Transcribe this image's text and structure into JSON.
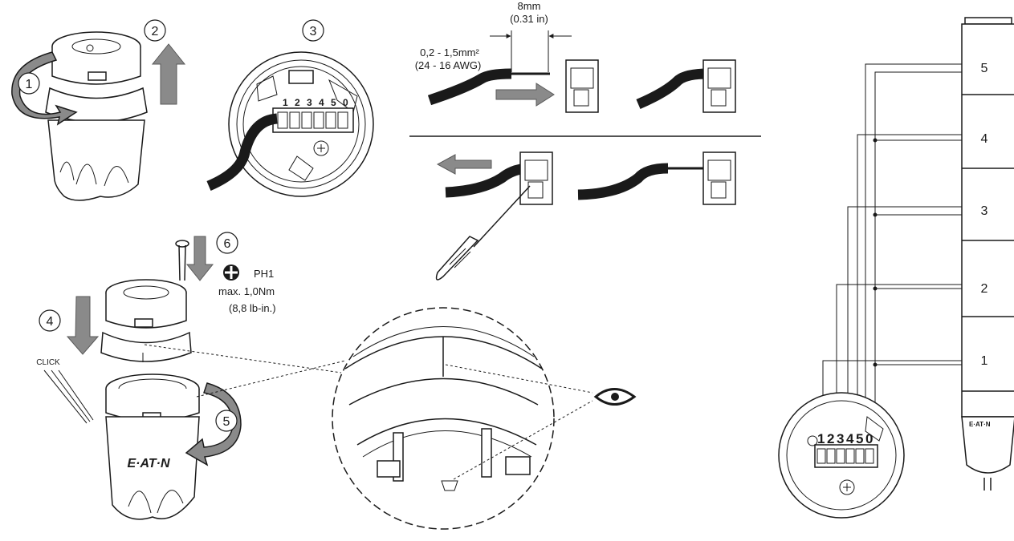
{
  "steps": {
    "s1": "1",
    "s2": "2",
    "s3": "3",
    "s4": "4",
    "s5": "5",
    "s6": "6"
  },
  "wiring": {
    "strip_length": "8mm",
    "strip_length_in": "(0.31 in)",
    "wire_gauge": "0,2 - 1,5mm²",
    "wire_awg": "(24 - 16 AWG)"
  },
  "terminal_labels_small": [
    "1",
    "2",
    "3",
    "4",
    "5",
    "0"
  ],
  "terminal_labels_large": [
    "1",
    "2",
    "3",
    "4",
    "5",
    "0"
  ],
  "screw": {
    "driver": "PH1",
    "torque": "max. 1,0Nm",
    "torque_imperial": "(8,8 lb-in.)"
  },
  "click_label": "CLICK",
  "brand": "E·AT·N",
  "tower_modules": [
    "5",
    "4",
    "3",
    "2",
    "1"
  ],
  "colors": {
    "ink": "#1a1a1a",
    "arrow_grey": "#8a8a8a"
  }
}
